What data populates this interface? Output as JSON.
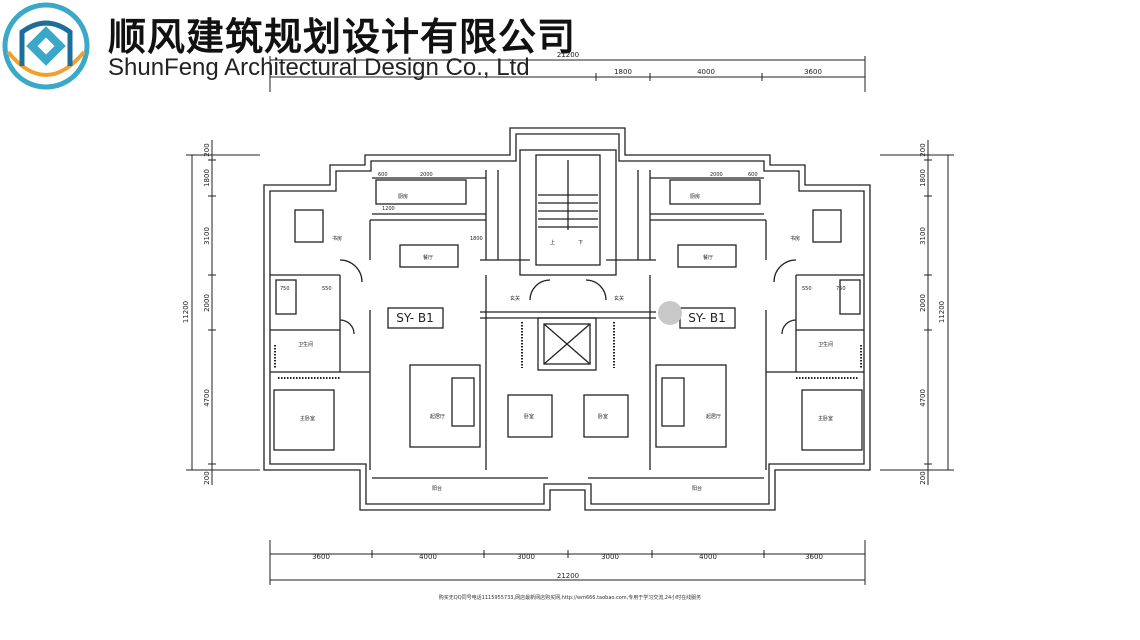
{
  "company": {
    "name_cn": "顺风建筑规划设计有限公司",
    "name_en": "ShunFeng Architectural Design Co., Ltd"
  },
  "colors": {
    "logo_ring": "#3aa8c8",
    "logo_ring_dark": "#1d6e9a",
    "logo_orange": "#f0a030",
    "line": "#222222",
    "marker": "#c8c8c8"
  },
  "unit_label": "SY- B1",
  "dimensions": {
    "top": {
      "total": "21200",
      "segments": [
        "1800",
        "4000",
        "3600"
      ]
    },
    "bottom": {
      "total": "21200",
      "segments": [
        "3600",
        "4000",
        "3000",
        "3000",
        "4000",
        "3600"
      ]
    },
    "left": {
      "total": "11200",
      "segments": [
        "200",
        "1800",
        "3100",
        "2000",
        "4700",
        "200"
      ]
    },
    "right": {
      "total": "11200",
      "segments": [
        "200",
        "1800",
        "3100",
        "2000",
        "4700",
        "200"
      ]
    }
  },
  "room_labels": {
    "kitchen": "厨房",
    "dining": "餐厅",
    "study": "书房",
    "living": "起居厅",
    "master_bedroom": "主卧室",
    "bedroom": "卧室",
    "bathroom": "卫生间",
    "foyer": "玄关",
    "balcony": "阳台",
    "stair_up": "上",
    "stair_down": "下"
  },
  "small_dims": [
    "600",
    "2000",
    "1200",
    "1800",
    "750",
    "550"
  ],
  "footer_note": "购买无QQ同号电话1115955733,网店最新网店购买网,http://wm666.taobao.com,专用于学习交流,24小时在线服务"
}
